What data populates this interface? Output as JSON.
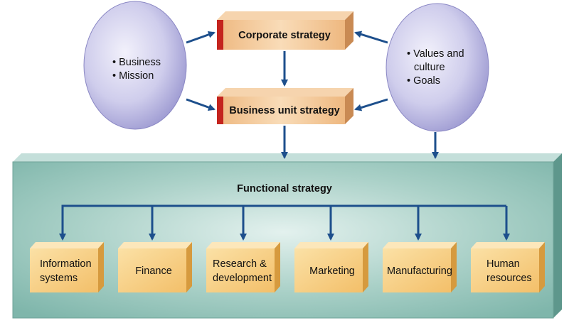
{
  "diagram": {
    "left_oval": {
      "items": [
        "• Business",
        "• Mission"
      ]
    },
    "right_oval": {
      "items": [
        "• Values and",
        "culture",
        "• Goals"
      ]
    },
    "corporate_strategy": "Corporate strategy",
    "business_unit_strategy": "Business unit strategy",
    "functional_strategy": "Functional strategy",
    "functions": [
      {
        "lines": [
          "Information",
          "systems"
        ]
      },
      {
        "lines": [
          "Finance"
        ]
      },
      {
        "lines": [
          "Research &",
          "development"
        ]
      },
      {
        "lines": [
          "Marketing"
        ]
      },
      {
        "lines": [
          "Manufacturing"
        ]
      },
      {
        "lines": [
          "Human",
          "resources"
        ]
      }
    ],
    "colors": {
      "arrow": "#1d4f8c",
      "oval": "#cfcdec",
      "box": "#f2c896",
      "function_box": "#f7cf7d",
      "panel": "#9dc9c0"
    }
  }
}
